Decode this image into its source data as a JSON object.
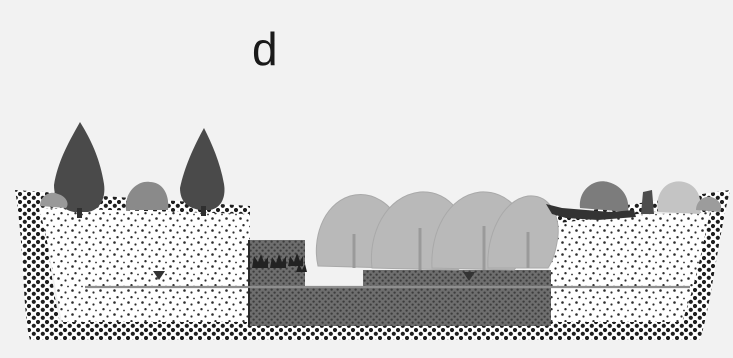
{
  "panel": {
    "label": "d"
  },
  "colors": {
    "background": "#f2f2f2",
    "soil_fill": "#ffffff",
    "soil_dots": "#262626",
    "pool_fill": "#7d7d7d",
    "water_line": "#8e8e8e",
    "conifer": "#4a4a4a",
    "shrub": "#8c8c8c",
    "willow": "#b7b7b7",
    "stump": "#4d4d4d"
  },
  "elements": {
    "water_table_markers": 2,
    "conifers": 2,
    "willow_crowns": 4,
    "aquatic_plants": 4
  }
}
